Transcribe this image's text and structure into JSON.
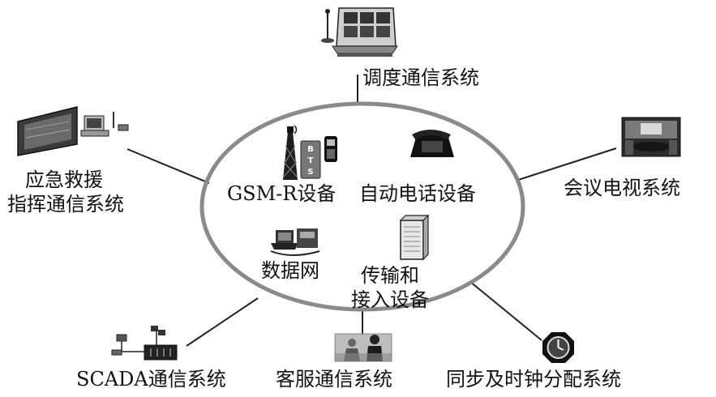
{
  "diagram": {
    "center_ring": {
      "items": [
        {
          "label": "GSM-R设备",
          "icon": "gsm-r-bts-tower-icon"
        },
        {
          "label": "自动电话设备",
          "icon": "telephone-icon"
        },
        {
          "label": "数据网",
          "icon": "data-network-icon"
        },
        {
          "label": "传输和",
          "label2": "接入设备",
          "icon": "server-cabinet-icon"
        }
      ],
      "bts_text": [
        "B",
        "T",
        "S"
      ]
    },
    "subsystems": {
      "dispatch": {
        "label": "调度通信系统",
        "icon": "dispatch-console-icon"
      },
      "emergency": {
        "label1": "应急救援",
        "label2": "指挥通信系统",
        "icon": "emergency-command-station-icon"
      },
      "video_conf": {
        "label": "会议电视系统",
        "icon": "video-conference-room-icon"
      },
      "scada": {
        "label": "SCADA通信系统",
        "icon": "scada-network-icon"
      },
      "customer": {
        "label": "客服通信系统",
        "icon": "customer-service-icon"
      },
      "clock": {
        "label": "同步及时钟分配系统",
        "icon": "clock-icon"
      }
    }
  }
}
